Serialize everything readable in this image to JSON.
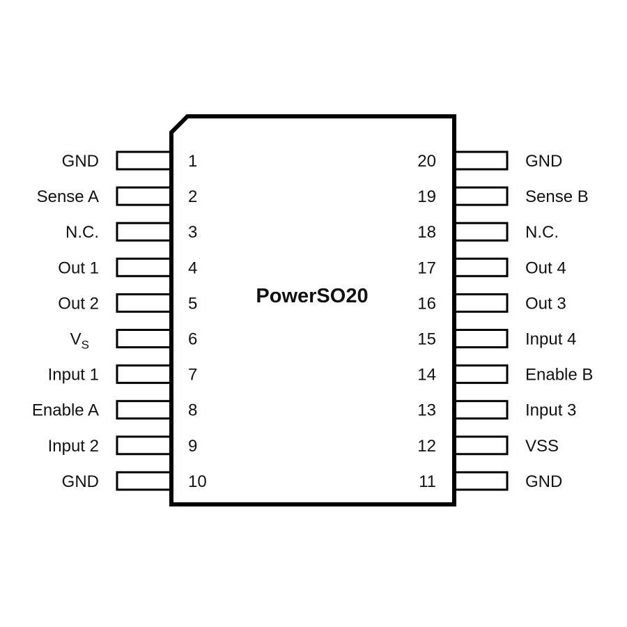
{
  "package": {
    "name": "PowerSO20"
  },
  "left_pins": [
    {
      "number": "1",
      "label": "GND"
    },
    {
      "number": "2",
      "label": "Sense A"
    },
    {
      "number": "3",
      "label": "N.C."
    },
    {
      "number": "4",
      "label": "Out 1"
    },
    {
      "number": "5",
      "label": "Out 2"
    },
    {
      "number": "6",
      "label": "V",
      "subscript": "S"
    },
    {
      "number": "7",
      "label": "Input 1"
    },
    {
      "number": "8",
      "label": "Enable A"
    },
    {
      "number": "9",
      "label": "Input 2"
    },
    {
      "number": "10",
      "label": "GND"
    }
  ],
  "right_pins": [
    {
      "number": "20",
      "label": "GND"
    },
    {
      "number": "19",
      "label": "Sense B"
    },
    {
      "number": "18",
      "label": "N.C."
    },
    {
      "number": "17",
      "label": "Out 4"
    },
    {
      "number": "16",
      "label": "Out 3"
    },
    {
      "number": "15",
      "label": "Input 4"
    },
    {
      "number": "14",
      "label": "Enable B"
    },
    {
      "number": "13",
      "label": "Input 3"
    },
    {
      "number": "12",
      "label": "VSS"
    },
    {
      "number": "11",
      "label": "GND"
    }
  ],
  "colors": {
    "outline": "#000000",
    "background": "#ffffff",
    "text": "#111111"
  }
}
